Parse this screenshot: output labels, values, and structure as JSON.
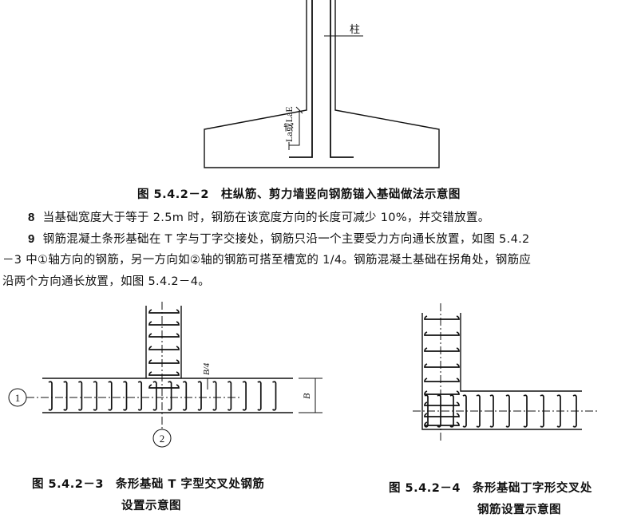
{
  "figure_top": {
    "label_column": "柱",
    "label_anchor": "La或LaE",
    "caption": "图 5.4.2－2　柱纵筋、剪力墙竖向钢筋锚入基础做法示意图"
  },
  "paragraphs": [
    {
      "num": "8",
      "text": "当基础宽度大于等于 2.5m 时，钢筋在该宽度方向的长度可减少 10%，并交错放置。"
    },
    {
      "num": "9",
      "text": "钢筋混凝土条形基础在 T 字与丁字交接处，钢筋只沿一个主要受力方向通长放置，如图 5.4.2"
    },
    {
      "num": "",
      "text": "－3 中①轴方向的钢筋，另一方向如②轴的钢筋可搭至槽宽的 1/4。钢筋混凝土基础在拐角处，钢筋应"
    },
    {
      "num": "",
      "text": "沿两个方向通长放置，如图 5.4.2－4。"
    }
  ],
  "figure_t": {
    "axis_1": "1",
    "axis_2": "2",
    "dim_B": "B",
    "dim_B4": "B/4",
    "caption_line1": "图 5.4.2－3　条形基础 T 字型交叉处钢筋",
    "caption_line2": "设置示意图"
  },
  "figure_l": {
    "caption_line1": "图 5.4.2－4　条形基础丁字形交叉处",
    "caption_line2": "钢筋设置示意图"
  }
}
